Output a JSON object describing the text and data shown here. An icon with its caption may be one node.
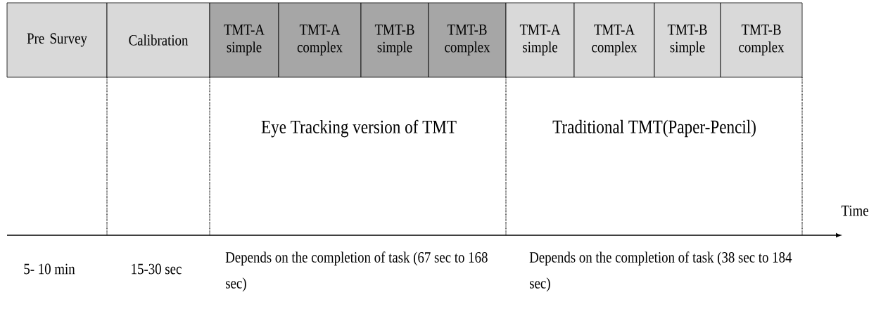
{
  "diagram": {
    "nodes": [
      {
        "text": [
          "Pre Survey"
        ]
      },
      {
        "text": [
          "Calibration"
        ]
      },
      {
        "text": [
          "TMT-A simple"
        ]
      },
      {
        "text": [
          "TMT-A complex"
        ]
      },
      {
        "text": [
          "TMT-B simple"
        ]
      },
      {
        "text": [
          "TMT-B complex"
        ]
      },
      {
        "text": [
          "TMT-A simple"
        ]
      },
      {
        "text": [
          "TMT-A complex"
        ]
      },
      {
        "text": [
          "TMT-B simple"
        ]
      },
      {
        "text": [
          "TMT-B complex"
        ]
      }
    ],
    "labels": [
      "Eye Tracking version of TMT",
      "Traditional TMT(Paper-Pencil)",
      "Time",
      "5- 10 min",
      "15-30 sec",
      "Depends on the completion of task (67 sec to 168 sec)",
      "Depends on the completion of task (38 sec to 184 sec)"
    ]
  }
}
